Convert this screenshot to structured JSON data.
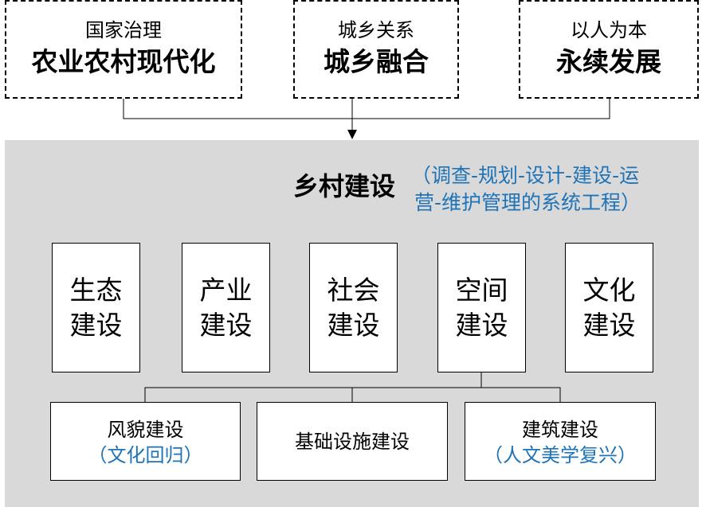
{
  "top_boxes": [
    {
      "sub": "国家治理",
      "main": "农业农村现代化"
    },
    {
      "sub": "城乡关系",
      "main": "城乡融合"
    },
    {
      "sub": "以人为本",
      "main": "永续发展"
    }
  ],
  "panel": {
    "title": "乡村建设",
    "subtitle_line1": "（调查-规划-设计-建设-运",
    "subtitle_line2": "营-维护管理的系统工程）"
  },
  "pillars": [
    {
      "line1": "生态",
      "line2": "建设"
    },
    {
      "line1": "产业",
      "line2": "建设"
    },
    {
      "line1": "社会",
      "line2": "建设"
    },
    {
      "line1": "空间",
      "line2": "建设"
    },
    {
      "line1": "文化",
      "line2": "建设"
    }
  ],
  "space_children": [
    {
      "label": "风貌建设",
      "note": "（文化回归）"
    },
    {
      "label": "基础设施建设",
      "note": ""
    },
    {
      "label": "建筑建设",
      "note": "（人文美学复兴）"
    }
  ],
  "colors": {
    "panel_bg": "#d9d9d9",
    "accent": "#1f73b7"
  }
}
